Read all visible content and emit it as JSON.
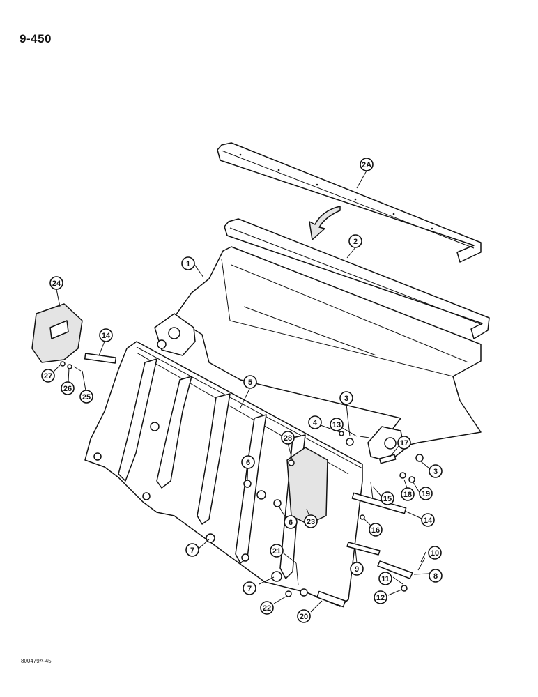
{
  "page": {
    "number": "9-450",
    "drawing_code": "800479A-45"
  },
  "callouts": [
    {
      "id": "c2a",
      "label": "2A"
    },
    {
      "id": "c2",
      "label": "2"
    },
    {
      "id": "c1",
      "label": "1"
    },
    {
      "id": "c24",
      "label": "24"
    },
    {
      "id": "c14a",
      "label": "14"
    },
    {
      "id": "c27",
      "label": "27"
    },
    {
      "id": "c26",
      "label": "26"
    },
    {
      "id": "c25",
      "label": "25"
    },
    {
      "id": "c5",
      "label": "5"
    },
    {
      "id": "c3a",
      "label": "3"
    },
    {
      "id": "c4",
      "label": "4"
    },
    {
      "id": "c13",
      "label": "13"
    },
    {
      "id": "c17",
      "label": "17"
    },
    {
      "id": "c3b",
      "label": "3"
    },
    {
      "id": "c28",
      "label": "28"
    },
    {
      "id": "c6a",
      "label": "6"
    },
    {
      "id": "c15",
      "label": "15"
    },
    {
      "id": "c18",
      "label": "18"
    },
    {
      "id": "c19",
      "label": "19"
    },
    {
      "id": "c6b",
      "label": "6"
    },
    {
      "id": "c23",
      "label": "23"
    },
    {
      "id": "c14b",
      "label": "14"
    },
    {
      "id": "c16",
      "label": "16"
    },
    {
      "id": "c7a",
      "label": "7"
    },
    {
      "id": "c21",
      "label": "21"
    },
    {
      "id": "c9",
      "label": "9"
    },
    {
      "id": "c10",
      "label": "10"
    },
    {
      "id": "c7b",
      "label": "7"
    },
    {
      "id": "c11",
      "label": "11"
    },
    {
      "id": "c8",
      "label": "8"
    },
    {
      "id": "c12",
      "label": "12"
    },
    {
      "id": "c22",
      "label": "22"
    },
    {
      "id": "c20",
      "label": "20"
    }
  ]
}
